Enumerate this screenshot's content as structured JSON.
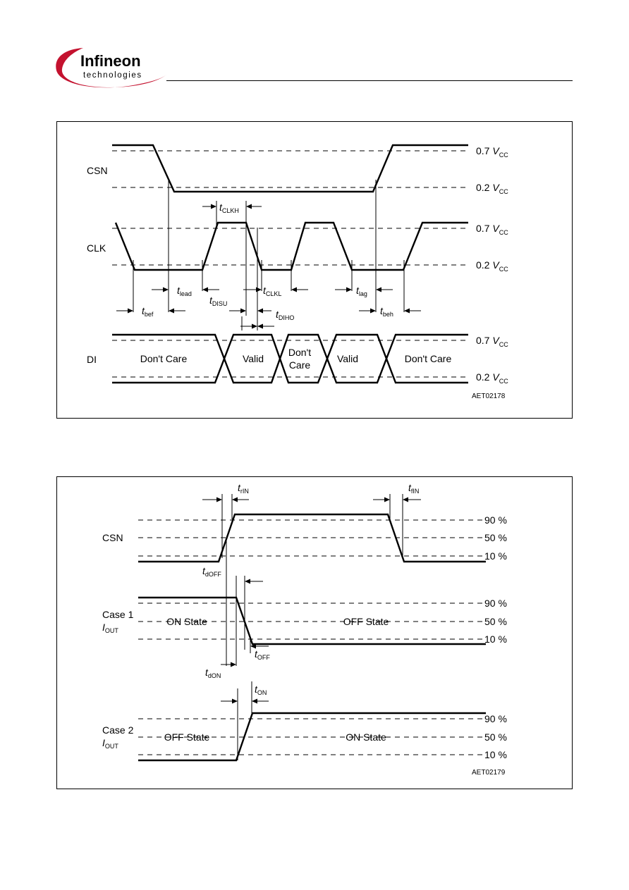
{
  "logo": {
    "brand": "Infineon",
    "sub": "technologies",
    "colors": {
      "swoosh": "#c4122f",
      "text": "#0a3f8f"
    }
  },
  "diagram1": {
    "signals": {
      "csn": "CSN",
      "clk": "CLK",
      "di": "DI"
    },
    "levels": {
      "high": "0.7",
      "low": "0.2",
      "vsym": "V",
      "vsub": "CC"
    },
    "t": "t",
    "timings": {
      "clkh": "CLKH",
      "lead": "lead",
      "clkl": "CLKL",
      "lag": "lag",
      "bef": "bef",
      "beh": "beh",
      "disu": "DISU",
      "diho": "DIHO"
    },
    "di_states": {
      "dont_care": "Don't  Care",
      "valid": "Valid",
      "dont": "Don't",
      "care": "Care"
    },
    "ref": "AET02178"
  },
  "diagram2": {
    "signals": {
      "csn": "CSN",
      "case1": "Case 1",
      "case2": "Case 2",
      "iout_sym": "I",
      "iout_sub": "OUT"
    },
    "levels": {
      "p90": "90 %",
      "p50": "50 %",
      "p10": "10 %"
    },
    "t": "t",
    "timings": {
      "rin": "rIN",
      "fin": "fIN",
      "doff": "dOFF",
      "off": "OFF",
      "don": "dON",
      "on": "ON"
    },
    "states": {
      "on": "ON  State",
      "off": "OFF  State"
    },
    "ref": "AET02179"
  }
}
